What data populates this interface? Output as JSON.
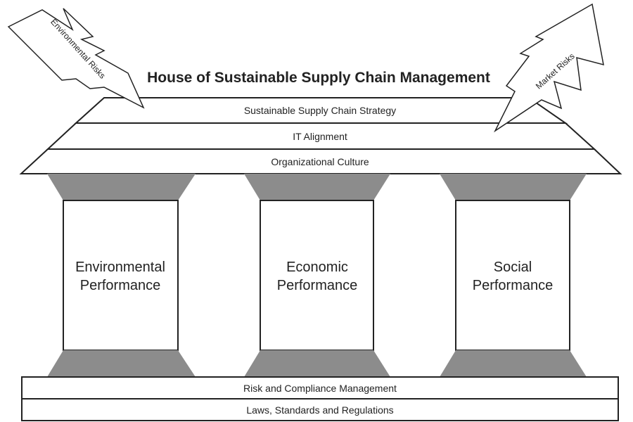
{
  "title": "House of Sustainable Supply Chain Management",
  "roof_layers": [
    "Sustainable Supply Chain Strategy",
    "IT Alignment",
    "Organizational Culture"
  ],
  "pillars": [
    {
      "line1": "Environmental",
      "line2": "Performance"
    },
    {
      "line1": "Economic",
      "line2": "Performance"
    },
    {
      "line1": "Social",
      "line2": "Performance"
    }
  ],
  "foundation_layers": [
    "Risk and Compliance Management",
    "Laws, Standards and Regulations"
  ],
  "risks": {
    "left": "Environmental Risks",
    "right": "Market Risks"
  },
  "colors": {
    "line": "#222222",
    "capital": "#8c8c8c",
    "background": "#ffffff"
  }
}
